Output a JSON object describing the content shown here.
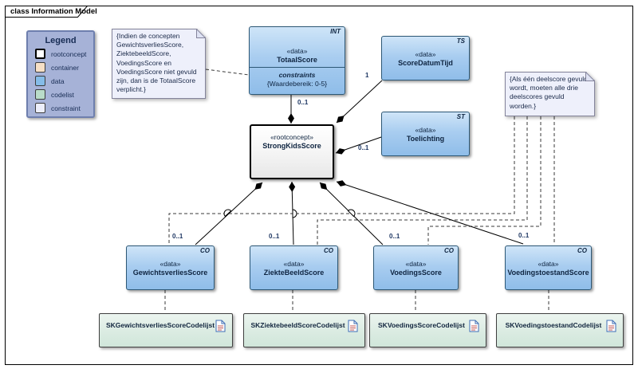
{
  "diagram": {
    "title": "class Information Model"
  },
  "legend": {
    "title": "Legend",
    "items": [
      {
        "label": "rootconcept",
        "color": "#ffffff"
      },
      {
        "label": "container",
        "color": "#f6dfc6"
      },
      {
        "label": "data",
        "color": "#85bce8"
      },
      {
        "label": "codelist",
        "color": "#b9dcc9"
      },
      {
        "label": "constraint",
        "color": "#eceefb"
      }
    ]
  },
  "notes": {
    "totaal": "{Indien de concepten GewichtsverliesScore, ZiektebeeldScore, VoedingsScore en VoedingsScore niet gevuld zijn, dan is de TotaalScore verplicht.}",
    "deelscore": "{Als één deelscore gevuld wordt, moeten alle drie deelscores gevuld worden.}"
  },
  "nodes": {
    "totaalScore": {
      "stereotype": "«data»",
      "name": "TotaalScore",
      "type": "INT",
      "compartment_label": "constraints",
      "constraint": "{Waardebereik: 0-5}"
    },
    "scoreDatumTijd": {
      "stereotype": "«data»",
      "name": "ScoreDatumTijd",
      "type": "TS"
    },
    "toelichting": {
      "stereotype": "«data»",
      "name": "Toelichting",
      "type": "ST"
    },
    "strongKidsScore": {
      "stereotype": "«rootconcept»",
      "name": "StrongKidsScore"
    },
    "gewichtsverliesScore": {
      "stereotype": "«data»",
      "name": "GewichtsverliesScore",
      "type": "CO"
    },
    "ziekteBeeldScore": {
      "stereotype": "«data»",
      "name": "ZiekteBeeldScore",
      "type": "CO"
    },
    "voedingsScore": {
      "stereotype": "«data»",
      "name": "VoedingsScore",
      "type": "CO"
    },
    "voedingstoestandScore": {
      "stereotype": "«data»",
      "name": "VoedingstoestandScore",
      "type": "CO"
    }
  },
  "codelists": [
    {
      "name": "SKGewichtsverliesScoreCodelijst"
    },
    {
      "name": "SKZiektebeeldScoreCodelijst"
    },
    {
      "name": "SKVoedingsScoreCodelijst"
    },
    {
      "name": "SKVoedingstoestandCodelijst"
    }
  ],
  "multiplicities": {
    "totaalscore": "0..1",
    "scoredatumtijd": "1",
    "toelichting": "0..1",
    "gewichtsverliesscore": "0..1",
    "ziektebeeldscore": "0..1",
    "voedingsscore": "0..1",
    "voedingstoestandscore": "0..1"
  }
}
